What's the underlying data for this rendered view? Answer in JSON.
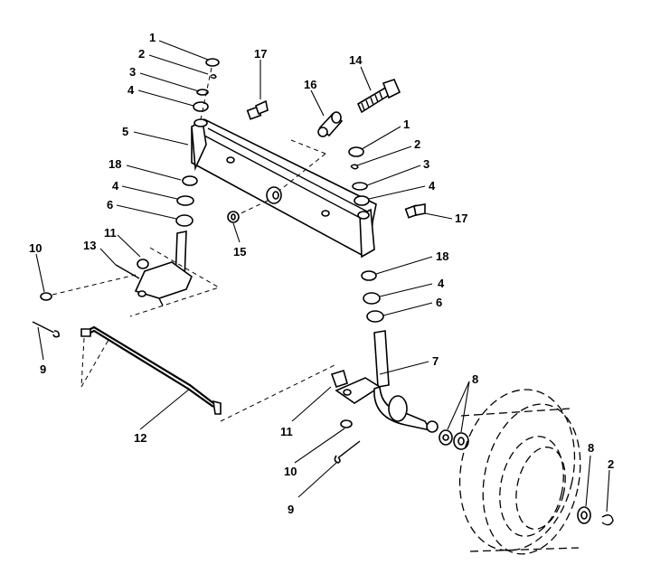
{
  "callouts": {
    "c1a": "1",
    "c2a": "2",
    "c3a": "3",
    "c4a": "4",
    "c17a": "17",
    "c16": "16",
    "c14": "14",
    "c5": "5",
    "c1b": "1",
    "c2b": "2",
    "c3b": "3",
    "c4b": "4",
    "c18a": "18",
    "c4c": "4",
    "c6a": "6",
    "c17b": "17",
    "c11a": "11",
    "c13": "13",
    "c10a": "10",
    "c15": "15",
    "c9a": "9",
    "c12": "12",
    "c18b": "18",
    "c4d": "4",
    "c6b": "6",
    "c7": "7",
    "c8a": "8",
    "c11b": "11",
    "c10b": "10",
    "c9b": "9",
    "c8b": "8",
    "c2c": "2"
  }
}
